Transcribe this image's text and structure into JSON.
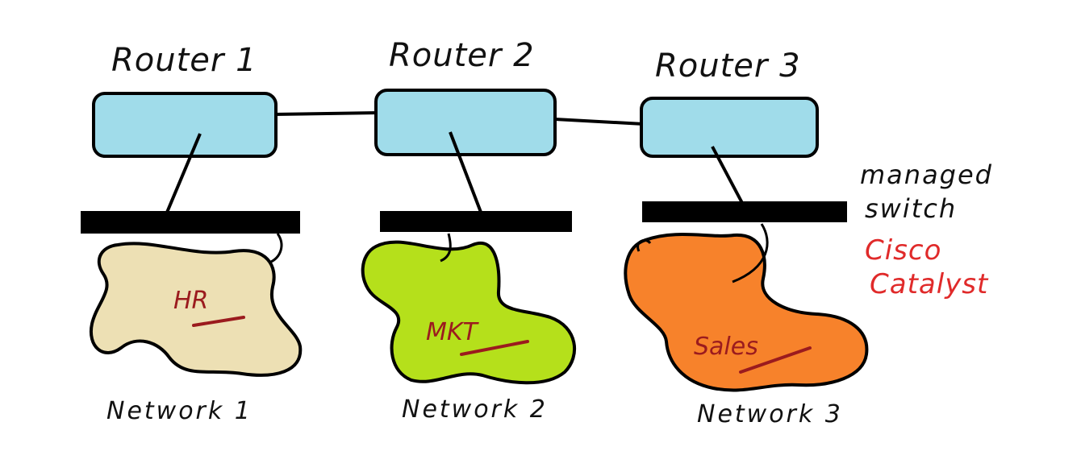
{
  "routers": [
    {
      "id": "router1",
      "label": "Router 1"
    },
    {
      "id": "router2",
      "label": "Router 2"
    },
    {
      "id": "router3",
      "label": "Router 3"
    }
  ],
  "networks": [
    {
      "id": "network1",
      "label": "Network 1",
      "segment": "HR",
      "color": "#ede0b4"
    },
    {
      "id": "network2",
      "label": "Network 2",
      "segment": "MKT",
      "color": "#b5e01b"
    },
    {
      "id": "network3",
      "label": "Network 3",
      "segment": "Sales",
      "color": "#f7822b"
    }
  ],
  "annotations": {
    "switch_line1": "managed",
    "switch_line2": "switch",
    "vendor_line1": "Cisco",
    "vendor_line2": "Catalyst"
  },
  "colors": {
    "router_fill": "#a0dcea",
    "switch_fill": "#000000",
    "segment_text": "#9b1b1e",
    "vendor_text": "#e02a2a"
  }
}
